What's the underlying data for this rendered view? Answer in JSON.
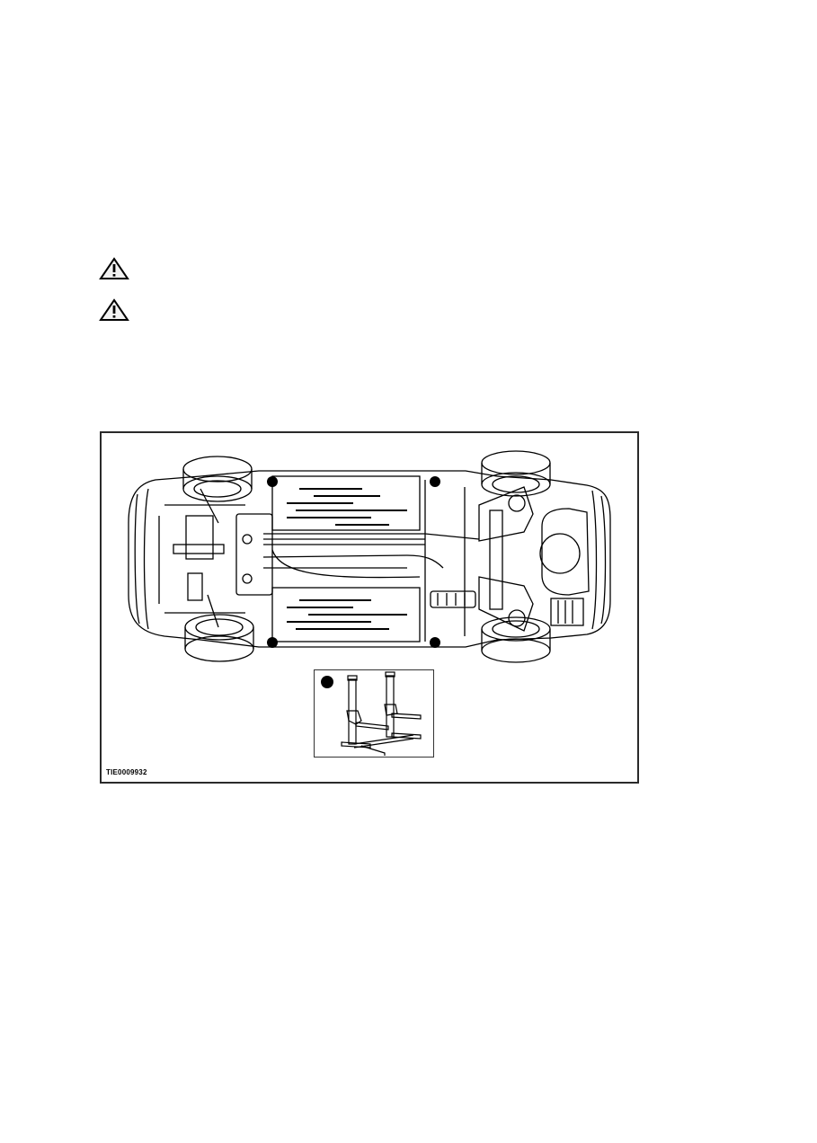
{
  "warnings": [
    {
      "icon": "warning-triangle-icon",
      "text": ""
    },
    {
      "icon": "warning-triangle-icon",
      "text": ""
    }
  ],
  "figure": {
    "id_label": "TIE0009932",
    "subject": "vehicle underbody lift points",
    "lift_points_count": 4,
    "inset": {
      "subject": "two-post lift",
      "marker": "lift-point-marker"
    }
  },
  "colors": {
    "line": "#000000",
    "frame": "#2a2a2a",
    "background": "#ffffff"
  }
}
